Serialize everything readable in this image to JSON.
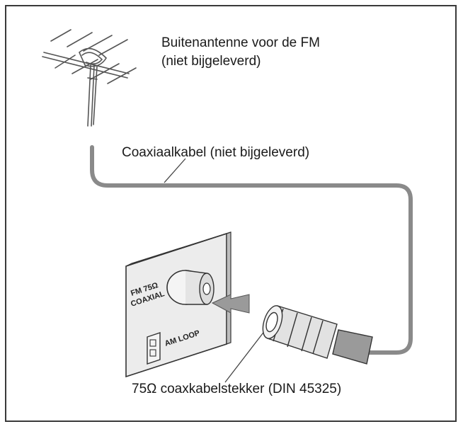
{
  "antenna": {
    "line1": "Buitenantenne voor de FM",
    "line2": "(niet bijgeleverd)"
  },
  "cable": {
    "label": "Coaxiaalkabel (niet bijgeleverd)"
  },
  "panel": {
    "fm_line1": "FM 75Ω",
    "fm_line2": "COAXIAL",
    "am_label": "AM LOOP"
  },
  "connector": {
    "label": "75Ω coaxkabelstekker (DIN 45325)"
  }
}
